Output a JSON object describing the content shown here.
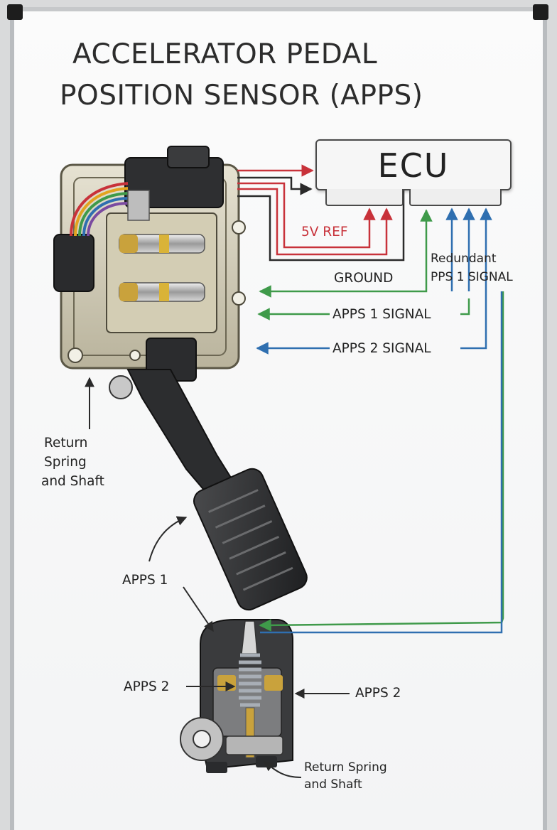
{
  "title": {
    "line1": "ACCELERATOR PEDAL",
    "line2": "POSITION SENSOR (APPS)"
  },
  "ecu": {
    "label": "ECU"
  },
  "labels": {
    "ref_5v": "5V REF",
    "ground": "GROUND",
    "redundant": "Redundant",
    "pps1_signal": "PPS 1 SIGNAL",
    "apps1_signal": "APPS 1 SIGNAL",
    "apps2_signal": "APPS 2 SIGNAL",
    "return_spring_1": "Return",
    "return_spring_2": "Spring",
    "return_spring_3": "and Shaft",
    "apps1": "APPS 1",
    "apps2_left": "APPS 2",
    "apps2_right": "APPS 2",
    "return_spring_shaft_1": "Return Spring",
    "return_spring_shaft_2": "and Shaft"
  },
  "colors": {
    "ref_wire": "#c8323a",
    "signal1_wire": "#3f9a4a",
    "signal2_wire": "#2f6fb0",
    "ground_wire": "#3a3a3a"
  }
}
